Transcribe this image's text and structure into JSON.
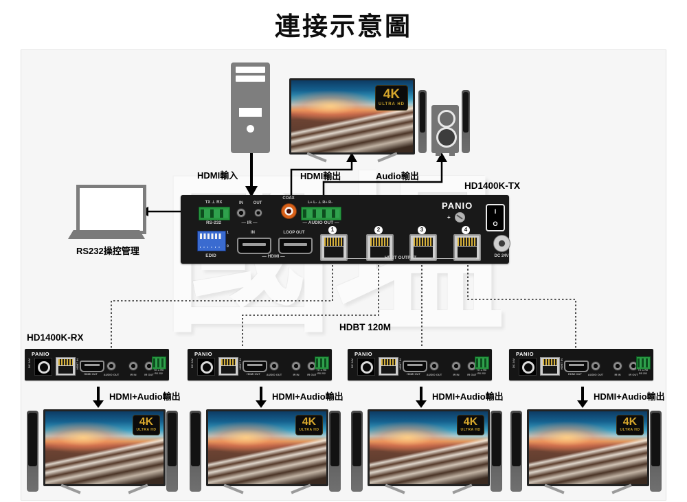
{
  "title": "連接示意圖",
  "watermark": "國塭",
  "top": {
    "hdmi_in_label": "HDMI輸入",
    "hdmi_out_label": "HDMI輸出",
    "audio_out_label": "Audio輸出",
    "tx_model": "HD1400K-TX",
    "rs232_control_label": "RS232操控管理"
  },
  "tv_badge": {
    "k4": "4K",
    "ultra": "ULTRA HD"
  },
  "tx": {
    "brand": "PANIO",
    "rs232_pins": "TX ⊥ RX",
    "rs232": "RS-232",
    "ir_in": "IN",
    "ir_out": "OUT",
    "ir": "IR",
    "coax": "COAX",
    "audio_pins": "L+ L- ⊥ R+ R-",
    "audio_out": "AUDIO OUT",
    "edid": "EDID",
    "dip_one": "1",
    "dip_zero": "0",
    "hdmi_in": "IN",
    "loop_out": "LOOP OUT",
    "hdmi": "HDMI",
    "hdbt_output": "HDBT OUTPUT",
    "port_numbers": [
      "1",
      "2",
      "3",
      "4"
    ],
    "dc": "DC 24V",
    "plus": "+",
    "power_i": "I",
    "power_o": "O"
  },
  "middle": {
    "rx_model": "HD1400K-RX",
    "hdbt_distance": "HDBT 120M"
  },
  "rx": {
    "brand": "PANIO",
    "dc": "DC 24V",
    "hdbt_in": "HDBT IN",
    "hdmi_out": "HDMI OUT",
    "audio_out": "AUDIO OUT",
    "ir_in": "IR IN",
    "ir_out": "IR OUT",
    "rs232_pins": "TX ⊥ RX",
    "rs232": "RS 232"
  },
  "rx_output_label": "HDMI+Audio輸出",
  "rx_count": 4,
  "colors": {
    "device_black": "#191919",
    "terminal_green": "#27963f",
    "coax_orange": "#d86018",
    "dip_blue": "#3a6bd0",
    "badge_gold": "#d6a62c",
    "canvas_gray": "#f6f6f6"
  }
}
